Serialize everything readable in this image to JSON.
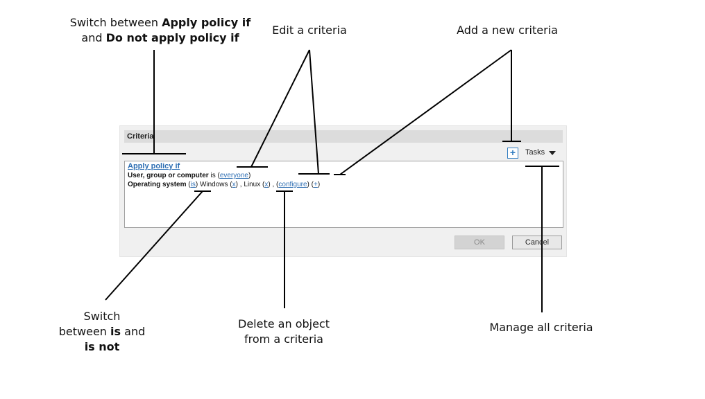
{
  "callouts": {
    "switch_apply": {
      "l1_pre": "Switch between ",
      "l1_bold": "Apply policy if",
      "l2_pre": "and ",
      "l2_bold": "Do not apply policy if"
    },
    "edit_criteria": "Edit a criteria",
    "add_criteria": "Add a new criteria",
    "switch_is": {
      "l1": "Switch",
      "l2_pre": "between ",
      "l2_bold": "is",
      "l2_post": " and",
      "l3_bold": "is not"
    },
    "delete_object": {
      "l1": "Delete an object",
      "l2": "from a criteria"
    },
    "manage_all": "Manage all criteria"
  },
  "panel": {
    "header": "Criteria",
    "add_icon": "plus-icon",
    "tasks_label": "Tasks",
    "apply_link": "Apply policy if",
    "row1": {
      "label": "User, group or computer",
      "is_text": " is ",
      "open": "(",
      "link": "everyone",
      "close": ")"
    },
    "row2": {
      "label": "Operating system",
      "open1": " (",
      "is_link": "is",
      "close1": ")",
      "windows": " Windows ",
      "x1_open": "(",
      "x1": "x",
      "x1_close": ")",
      "linux": " , Linux ",
      "x2_open": "(",
      "x2": "x",
      "x2_close": ")",
      "sep": " , ",
      "conf_open": "(",
      "configure": "configure",
      "conf_close": ")",
      "space": " ",
      "add_open": "(",
      "add": "+",
      "add_close": ")"
    },
    "ok_label": "OK",
    "cancel_label": "Cancel"
  }
}
